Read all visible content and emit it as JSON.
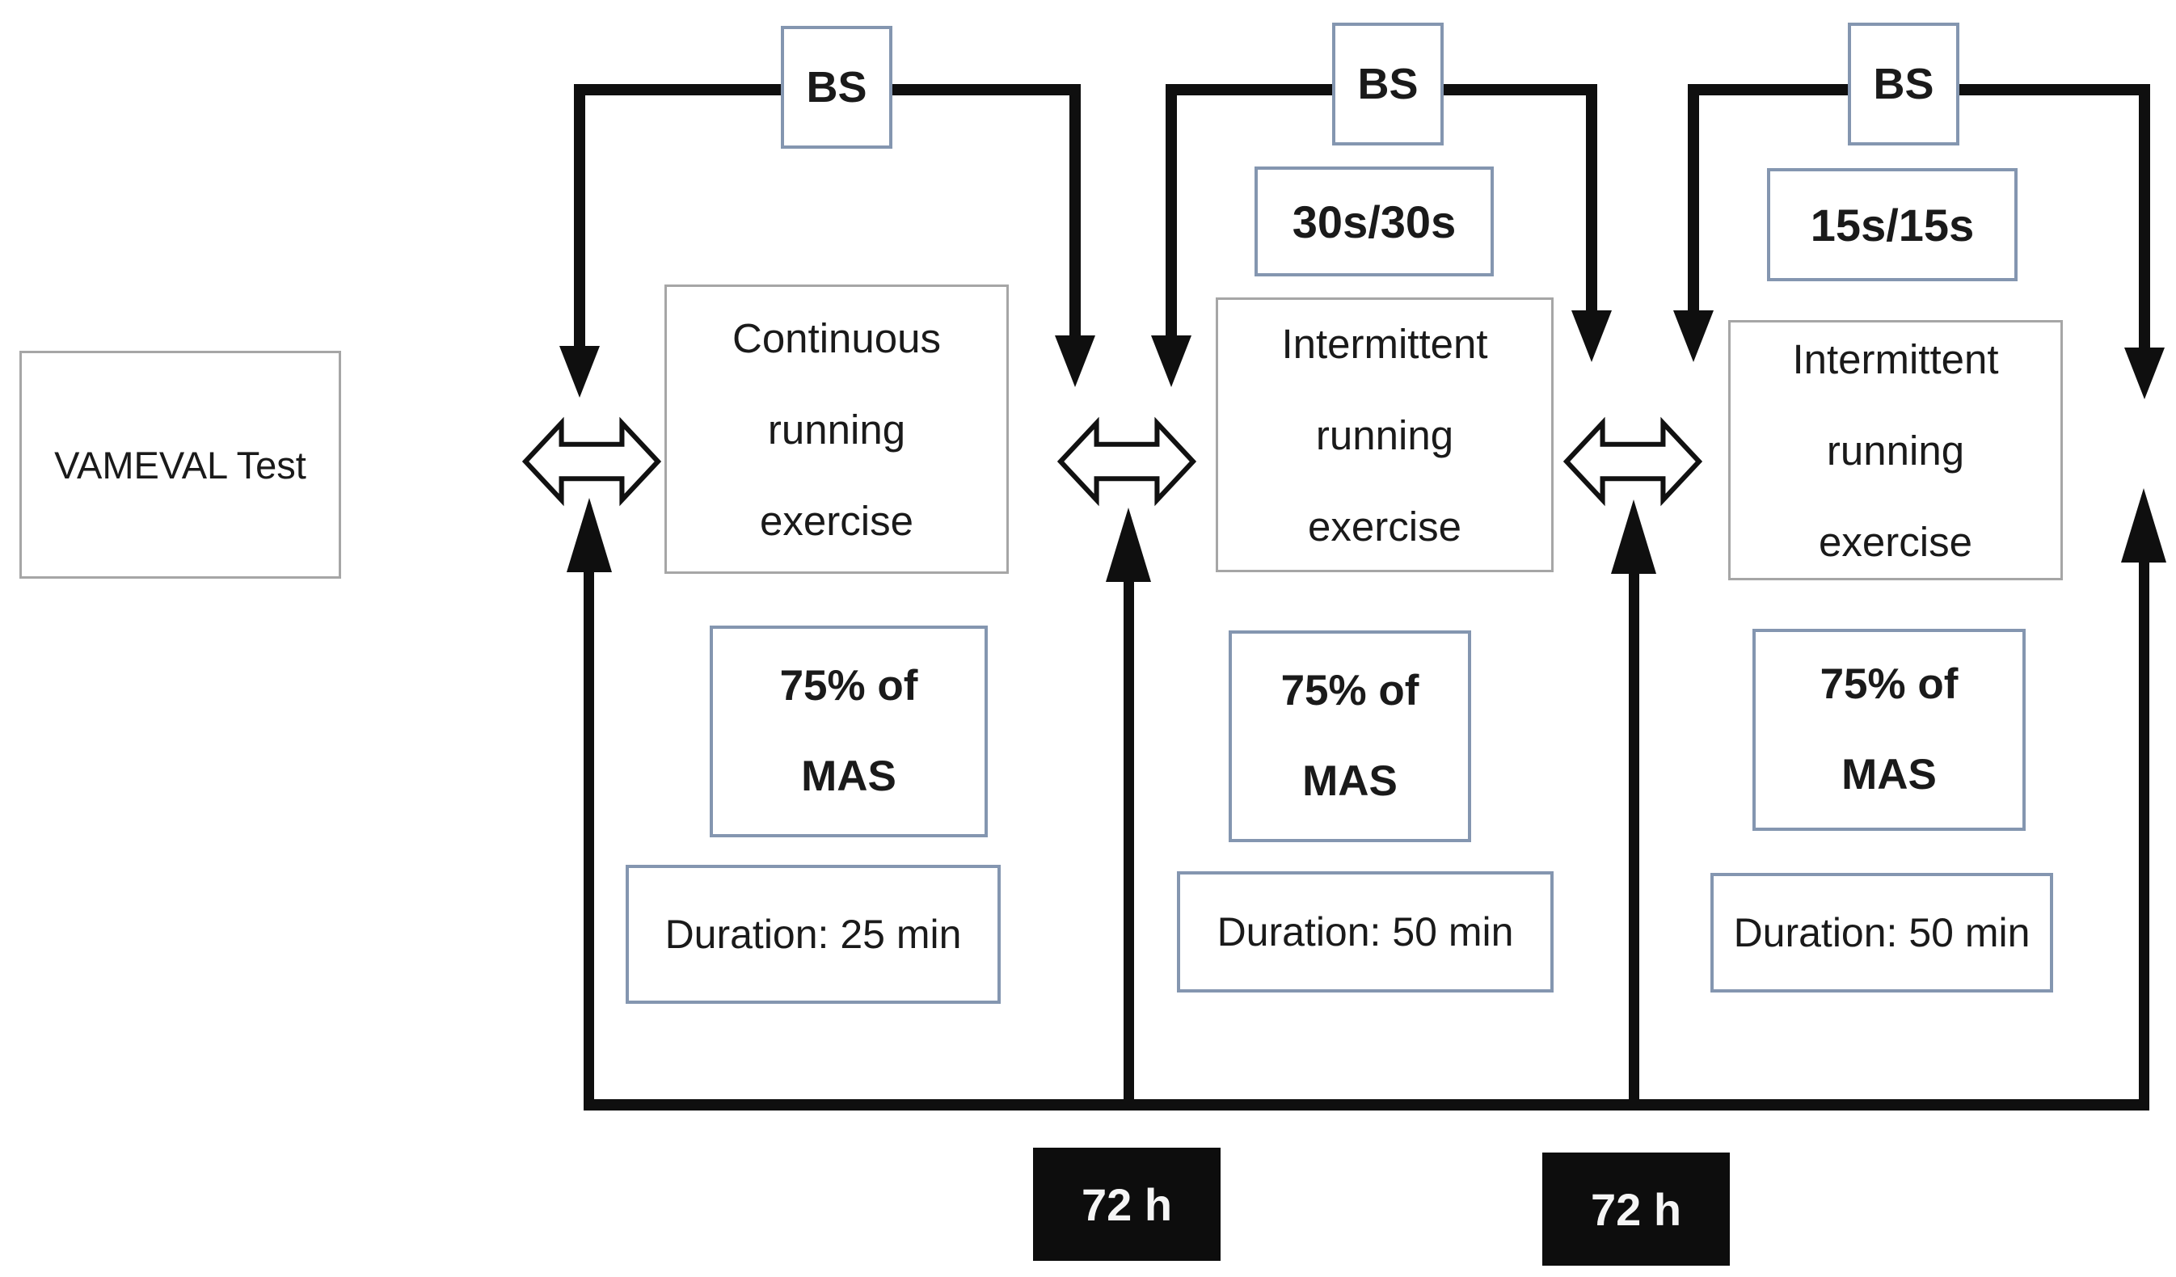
{
  "figure": {
    "test_box_label": "VAMEVAL Test",
    "blood_sample_label": "BS",
    "sessions": [
      {
        "exercise_lines": [
          "Continuous",
          "running",
          "exercise"
        ],
        "intensity_lines": [
          "75% of",
          "MAS"
        ],
        "duration_label": "Duration: 25 min"
      },
      {
        "interval_label": "30s/30s",
        "exercise_lines": [
          "Intermittent",
          "running",
          "exercise"
        ],
        "intensity_lines": [
          "75% of",
          "MAS"
        ],
        "duration_label": "Duration: 50 min"
      },
      {
        "interval_label": "15s/15s",
        "exercise_lines": [
          "Intermittent",
          "running",
          "exercise"
        ],
        "intensity_lines": [
          "75% of",
          "MAS"
        ],
        "duration_label": "Duration: 50 min"
      }
    ],
    "rest_intervals": [
      "72 h",
      "72 h"
    ],
    "colors": {
      "line": "#0f0f0f",
      "border_gray": "#a6a6a6",
      "border_slate": "#8496b0",
      "rest_bg": "#0d0d0d",
      "rest_text": "#f5f5f5"
    }
  }
}
